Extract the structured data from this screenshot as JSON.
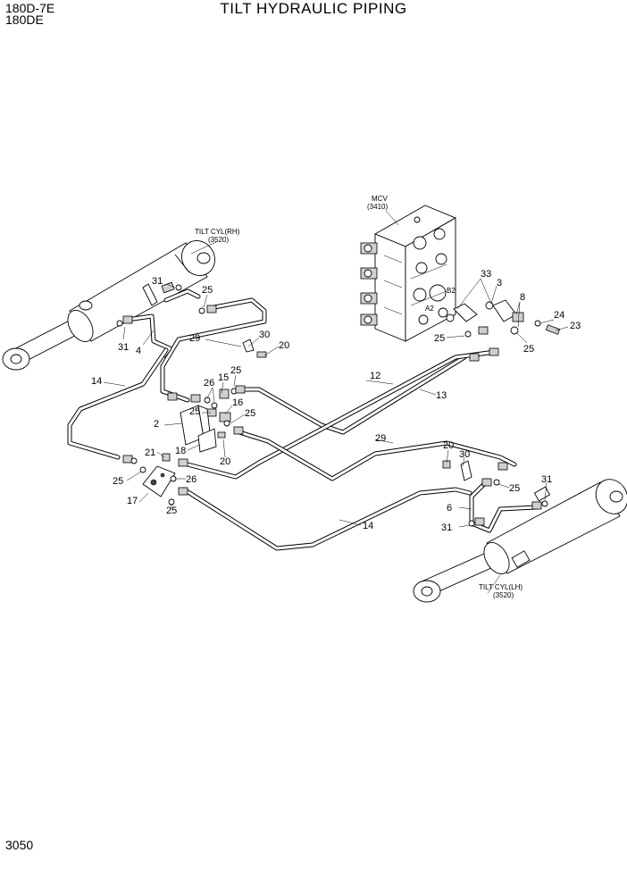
{
  "header": {
    "model_line1": "180D-7E",
    "model_line2": "180DE",
    "title": "TILT HYDRAULIC PIPING",
    "page_number": "3050"
  },
  "components": {
    "tilt_cyl_rh": {
      "name": "TILT CYL(RH)",
      "code": "(3520)"
    },
    "tilt_cyl_lh": {
      "name": "TILT CYL(LH)",
      "code": "(3520)"
    },
    "mcv": {
      "name": "MCV",
      "code": "(3410)",
      "port_b2": "B2",
      "port_a2": "A2"
    }
  },
  "callouts": [
    "31",
    "25",
    "31",
    "4",
    "29",
    "30",
    "20",
    "14",
    "25",
    "26",
    "15",
    "16",
    "25",
    "2",
    "25",
    "18",
    "20",
    "21",
    "25",
    "26",
    "17",
    "25",
    "12",
    "13",
    "29",
    "20",
    "30",
    "25",
    "31",
    "6",
    "31",
    "14",
    "33",
    "3",
    "8",
    "24",
    "23",
    "25",
    "25"
  ]
}
